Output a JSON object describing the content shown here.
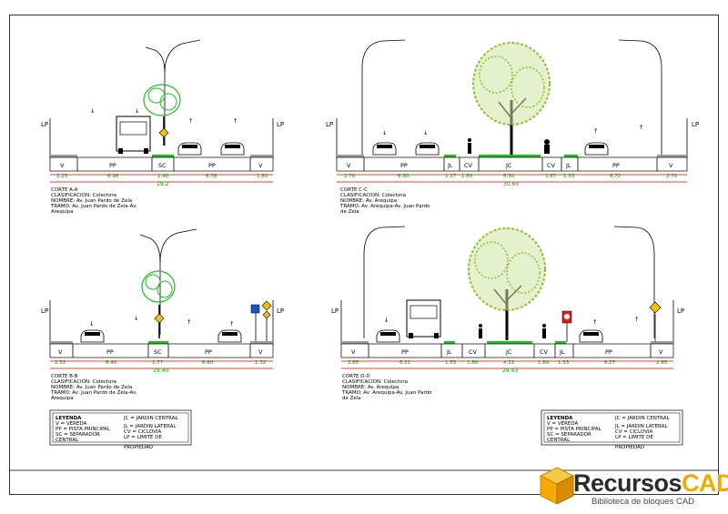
{
  "sections": {
    "aa": {
      "lp_left": "LP",
      "lp_right": "LP",
      "zones": [
        "V",
        "PP",
        "SC",
        "PP",
        "V"
      ],
      "dims": [
        "2.25",
        "6.96",
        "1.40",
        "6.76",
        "1.80"
      ],
      "total": "19.2",
      "corte": "CORTE A-A",
      "clasificacion": "CLASIFICACION: Colectora",
      "nombre": "NOMBRE: Av. Juan Pardo de Zela",
      "tramo": "TRAMO: Av. Juan Pardo de Zela-Av.",
      "extra": "Arequipa"
    },
    "bb": {
      "lp_left": "LP",
      "lp_right": "LP",
      "zones": [
        "V",
        "PP",
        "SC",
        "PP",
        "V"
      ],
      "dims": [
        "2.32",
        "6.40",
        "1.77",
        "6.60",
        "2.32"
      ],
      "total": "19.40",
      "corte": "CORTE B-B",
      "clasificacion": "CLASIFICACION: Colectora",
      "nombre": "NOMBRE: Av. Juan Pardo de Zela",
      "tramo": "TRAMO: Av. Juan Pardo de Zela-Av.",
      "extra": "Arequipa"
    },
    "cc": {
      "lp_left": "LP",
      "lp_right": "LP",
      "zones": [
        "V",
        "PP",
        "JL",
        "CV",
        "JC",
        "CV",
        "JL",
        "PP",
        "V"
      ],
      "dims": [
        "2.70",
        "6.90",
        "1.17",
        "1.80",
        "6.30",
        "1.87",
        "1.33",
        "6.72",
        "2.70"
      ],
      "total": "30.60",
      "corte": "CORTE C-C",
      "clasificacion": "CLASIFICACION: Colectora",
      "nombre": "NOMBRE: Av. Arequipa",
      "tramo": "TRAMO: Av. Arequipa-Av. Juan Pardo",
      "extra": "de Zela"
    },
    "dd": {
      "lp_left": "LP",
      "lp_right": "LP",
      "zones": [
        "V",
        "PP",
        "JL",
        "CV",
        "JC",
        "CV",
        "JL",
        "PP",
        "V"
      ],
      "dims": [
        "2.65",
        "6.21",
        "1.53",
        "1.80",
        "4.22",
        "1.80",
        "1.33",
        "6.27",
        "2.65"
      ],
      "total": "29.43",
      "corte": "CORTE D-D",
      "clasificacion": "CLASIFICACION: Colectora",
      "nombre": "NOMBRE: Av. Arequipa",
      "tramo": "TRAMO: Av. Arequipa-Av. Juan Pardo",
      "extra": "de Zela"
    }
  },
  "legend": {
    "title": "LEYENDA",
    "rows": [
      [
        "V    = VEREDA",
        "JC = JARDIN CENTRAL"
      ],
      [
        "PP  = PISTA PRINCIPAL",
        "JL  = JARDIN LATERAL"
      ],
      [
        "SC = SEPARADOR",
        "CV = CICLOVIA"
      ],
      [
        "CENTRAL",
        "LP  = LIMITE DE"
      ],
      [
        "",
        "PROPIEDAD"
      ]
    ]
  },
  "brand": {
    "name_part1": "Recursos",
    "name_part2": "CAD",
    "tagline": "Biblioteca de bloques CAD",
    "accent": "#f2a900"
  },
  "colors": {
    "dimension_lines": "#e00000",
    "dimension_text": "#009900",
    "tree_foliage": "#8fbf2a",
    "tree_foliage_small": "#22bb22",
    "pavement": "#9a9a9a"
  }
}
